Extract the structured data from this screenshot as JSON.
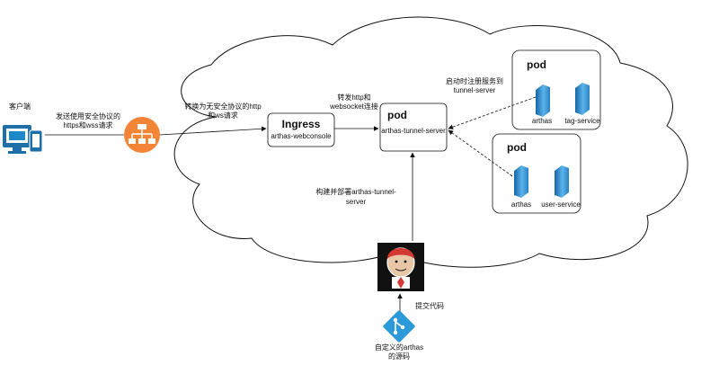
{
  "client": {
    "label": "客户端"
  },
  "edges": {
    "client_to_lb": [
      "发送使用安全协议的",
      "https和wss请求"
    ],
    "lb_to_ingress": [
      "转换为无安全协议的http",
      "和ws请求"
    ],
    "ingress_to_pod": [
      "转发http和",
      "websocket连接"
    ],
    "agents_to_tunnel": [
      "启动时注册服务到",
      "tunnel-server"
    ],
    "jenkins_to_tunnel": [
      "构建并部署arthas-tunnel-",
      "server"
    ],
    "git_to_jenkins": "提交代码"
  },
  "ingress": {
    "title": "Ingress",
    "subtitle": "arthas-webconsole"
  },
  "tunnel_pod": {
    "title": "pod",
    "subtitle": "arthas-tunnel-server"
  },
  "pod_top": {
    "title": "pod",
    "services": [
      "arthas",
      "tag-service"
    ]
  },
  "pod_bottom": {
    "title": "pod",
    "services": [
      "arthas",
      "user-service"
    ]
  },
  "source": {
    "label": [
      "自定义的arthas",
      "的源码"
    ]
  },
  "colors": {
    "orange": "#F58536",
    "blue": "#1E88C8",
    "jenkins_bg": "#111111",
    "git": "#2C9AD8"
  }
}
